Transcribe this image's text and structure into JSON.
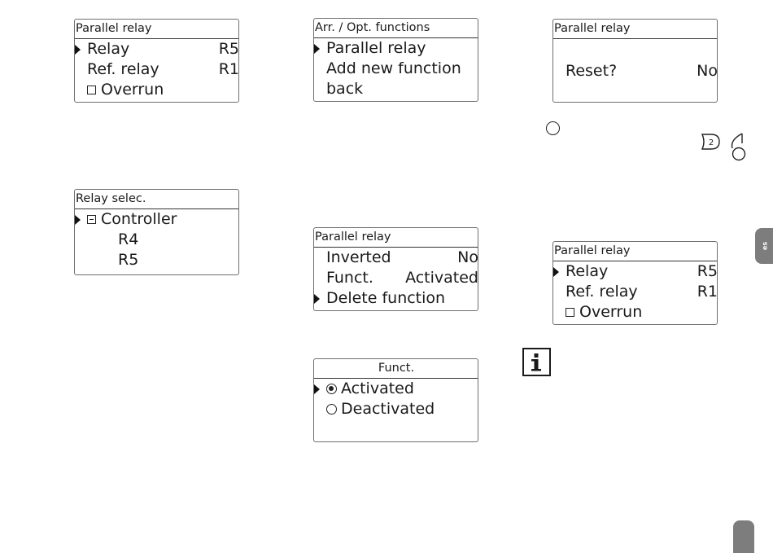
{
  "screens": {
    "parallel_relay_main": {
      "title": "Parallel relay",
      "rows": [
        {
          "label": "Relay",
          "value": "R5"
        },
        {
          "label": "Ref. relay",
          "value": "R1"
        },
        {
          "label": "Overrun"
        }
      ]
    },
    "relay_selection": {
      "title": "Relay selec.",
      "rows": [
        {
          "label": "Controller"
        },
        {
          "label": "R4"
        },
        {
          "label": "R5"
        }
      ]
    },
    "arr_opt_functions": {
      "title": "Arr. / Opt. functions",
      "rows": [
        {
          "label": "Parallel relay"
        },
        {
          "label": "Add new function"
        },
        {
          "label": "back"
        }
      ]
    },
    "parallel_relay_settings": {
      "title": "Parallel relay",
      "rows": [
        {
          "label": "Inverted",
          "value": "No"
        },
        {
          "label": "Funct.",
          "value": "Activated"
        },
        {
          "label": "Delete function"
        }
      ]
    },
    "funct_select": {
      "title": "Funct.",
      "rows": [
        {
          "label": "Activated"
        },
        {
          "label": "Deactivated"
        }
      ]
    },
    "parallel_relay_reset": {
      "title": "Parallel relay",
      "rows": [
        {
          "label": "Reset?",
          "value": "No"
        }
      ]
    },
    "parallel_relay_result": {
      "title": "Parallel relay",
      "rows": [
        {
          "label": "Relay",
          "value": "R5"
        },
        {
          "label": "Ref. relay",
          "value": "R1"
        },
        {
          "label": "Overrun"
        }
      ]
    }
  },
  "icons": {
    "button_number": "2",
    "side_tab_label": "es",
    "info_letter": "i"
  }
}
